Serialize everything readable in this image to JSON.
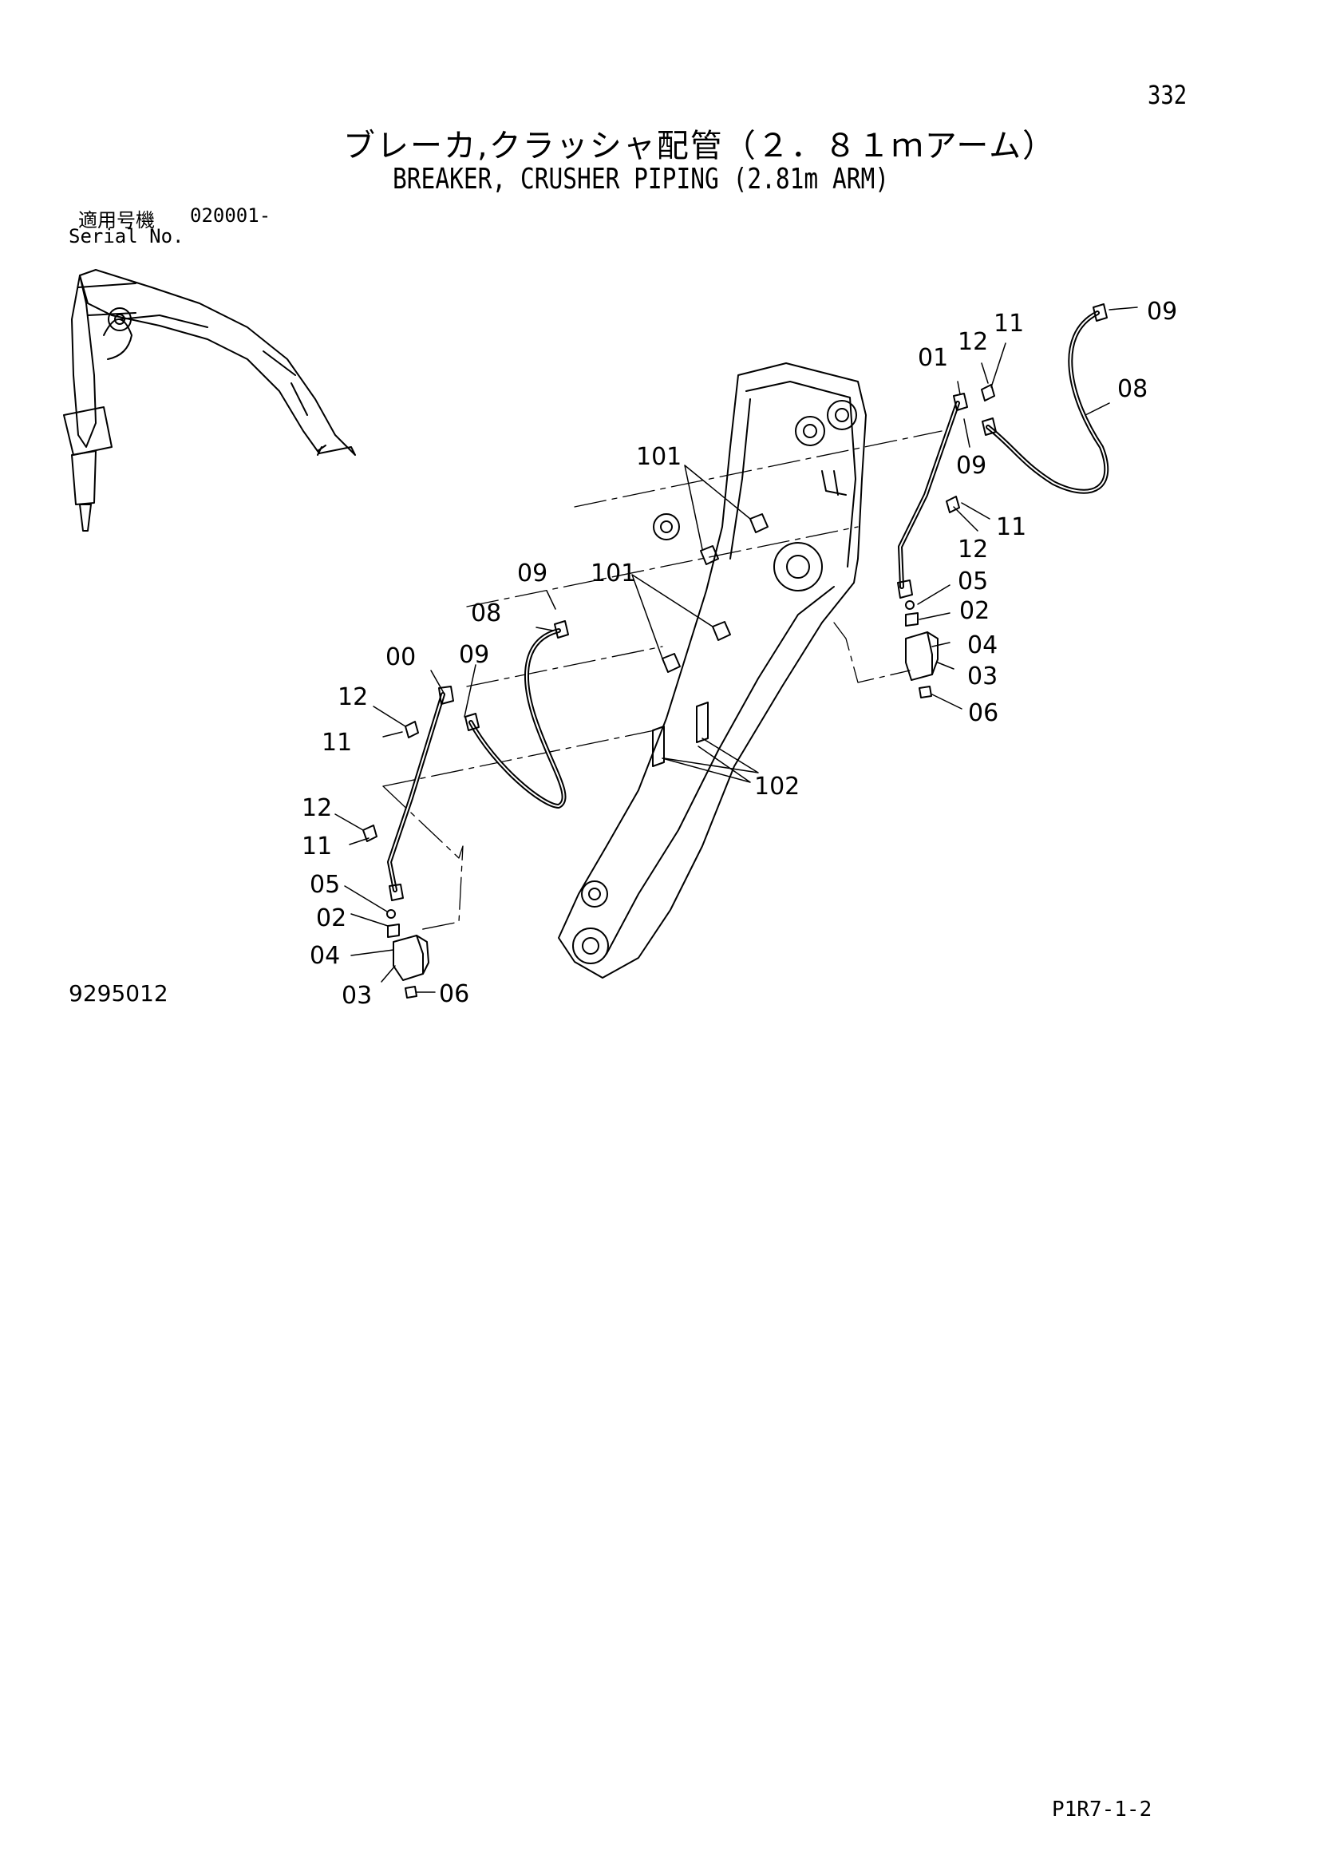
{
  "header": {
    "page_number": "332",
    "title_ja": "ブレーカ,クラッシャ配管（２．８１ｍアーム）",
    "title_en": "BREAKER, CRUSHER PIPING (2.81m ARM)"
  },
  "serial": {
    "label_ja": "適用号機",
    "range": "020001-",
    "label_en": "Serial No."
  },
  "drawing_number": "9295012",
  "footer": {
    "page_code": "P1R7-1-2"
  },
  "callouts": {
    "c01": "01",
    "c00": "00",
    "c02": "02",
    "c02b": "02",
    "c03": "03",
    "c03b": "03",
    "c04": "04",
    "c04b": "04",
    "c05": "05",
    "c05b": "05",
    "c06": "06",
    "c06b": "06",
    "c08": "08",
    "c08b": "08",
    "c09a": "09",
    "c09b": "09",
    "c09c": "09",
    "c09d": "09",
    "c11a": "11",
    "c11b": "11",
    "c11c": "11",
    "c11d": "11",
    "c12a": "12",
    "c12b": "12",
    "c12c": "12",
    "c12d": "12",
    "c101a": "101",
    "c101b": "101",
    "c102": "102"
  }
}
